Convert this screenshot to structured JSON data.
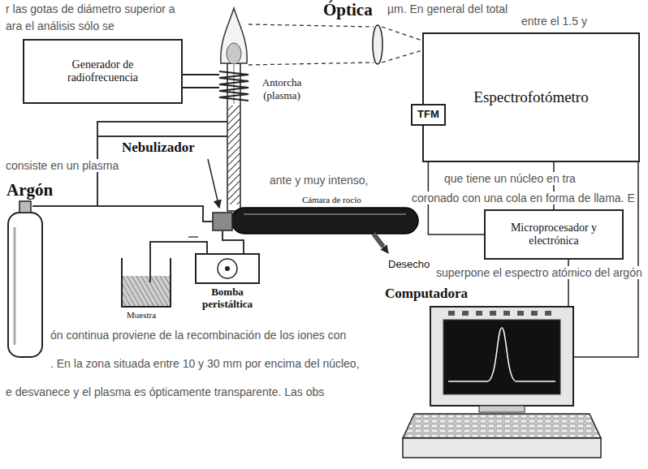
{
  "diagram": {
    "nodes": [
      {
        "text": [
          "Generador de radiofrecuencia"
        ]
      },
      {
        "text": [
          "Espectrofotómetro"
        ]
      },
      {
        "text": [
          "TFM"
        ]
      },
      {
        "text": [
          "Microprocesador y electrónica"
        ]
      },
      {
        "text": [
          "Bomba peristáltica"
        ]
      }
    ],
    "edges": [
      {
        "from": 2,
        "to": 3,
        "arrow": "none"
      },
      {
        "from": 1,
        "to": 3,
        "arrow": "none"
      }
    ],
    "labels": [
      "Óptica",
      "Antorcha (plasma)",
      "Nebulizador",
      "Cámara de rocío",
      "Argón",
      "Muestra",
      "Desecho",
      "Computadora",
      "r las gotas de diámetro superior a",
      "µm. En general del total",
      "ara el análisis sólo se",
      "entre el 1.5 y",
      "consiste en un plasma",
      "que tiene un núcleo en tra",
      "ante y muy intenso,",
      "coronado con una cola en forma de llama. E",
      "superpone el espectro atómico del argón",
      "ón continua proviene de la recombinación de los iones con",
      ". En la zona situada entre 10 y 30 mm por encima del núcleo,",
      "e desvanece y el plasma es ópticamente transparente. Las obs"
    ]
  }
}
